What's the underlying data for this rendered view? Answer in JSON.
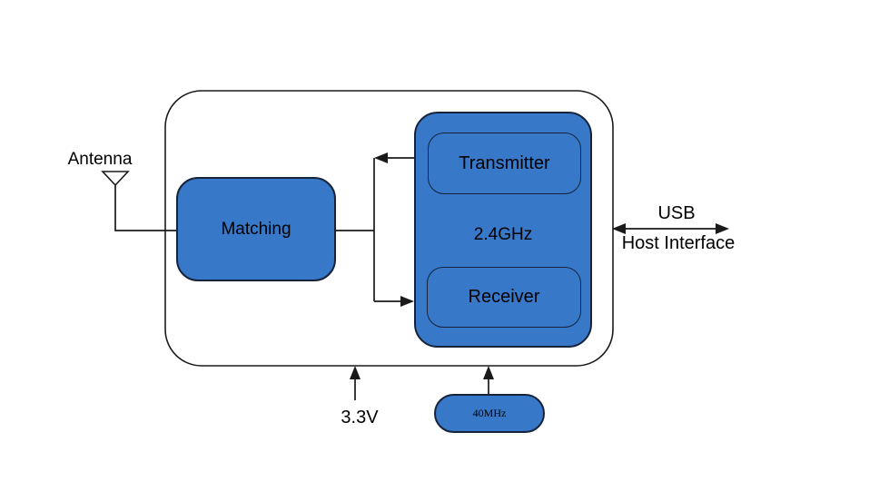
{
  "colors": {
    "block_fill": "#3778c8",
    "block_border": "#16233b",
    "line_color": "#1a1a1a",
    "text_color": "#000000",
    "bg": "#ffffff"
  },
  "diagram": {
    "antenna": {
      "label": "Antenna"
    },
    "chip": {
      "matching": {
        "label": "Matching"
      },
      "rf": {
        "label": "2.4GHz",
        "transmitter": "Transmitter",
        "receiver": "Receiver"
      }
    },
    "usb": {
      "line1": "USB",
      "line2": "Host Interface"
    },
    "power": {
      "label": "3.3V"
    },
    "crystal": {
      "label": "40MHz"
    }
  }
}
